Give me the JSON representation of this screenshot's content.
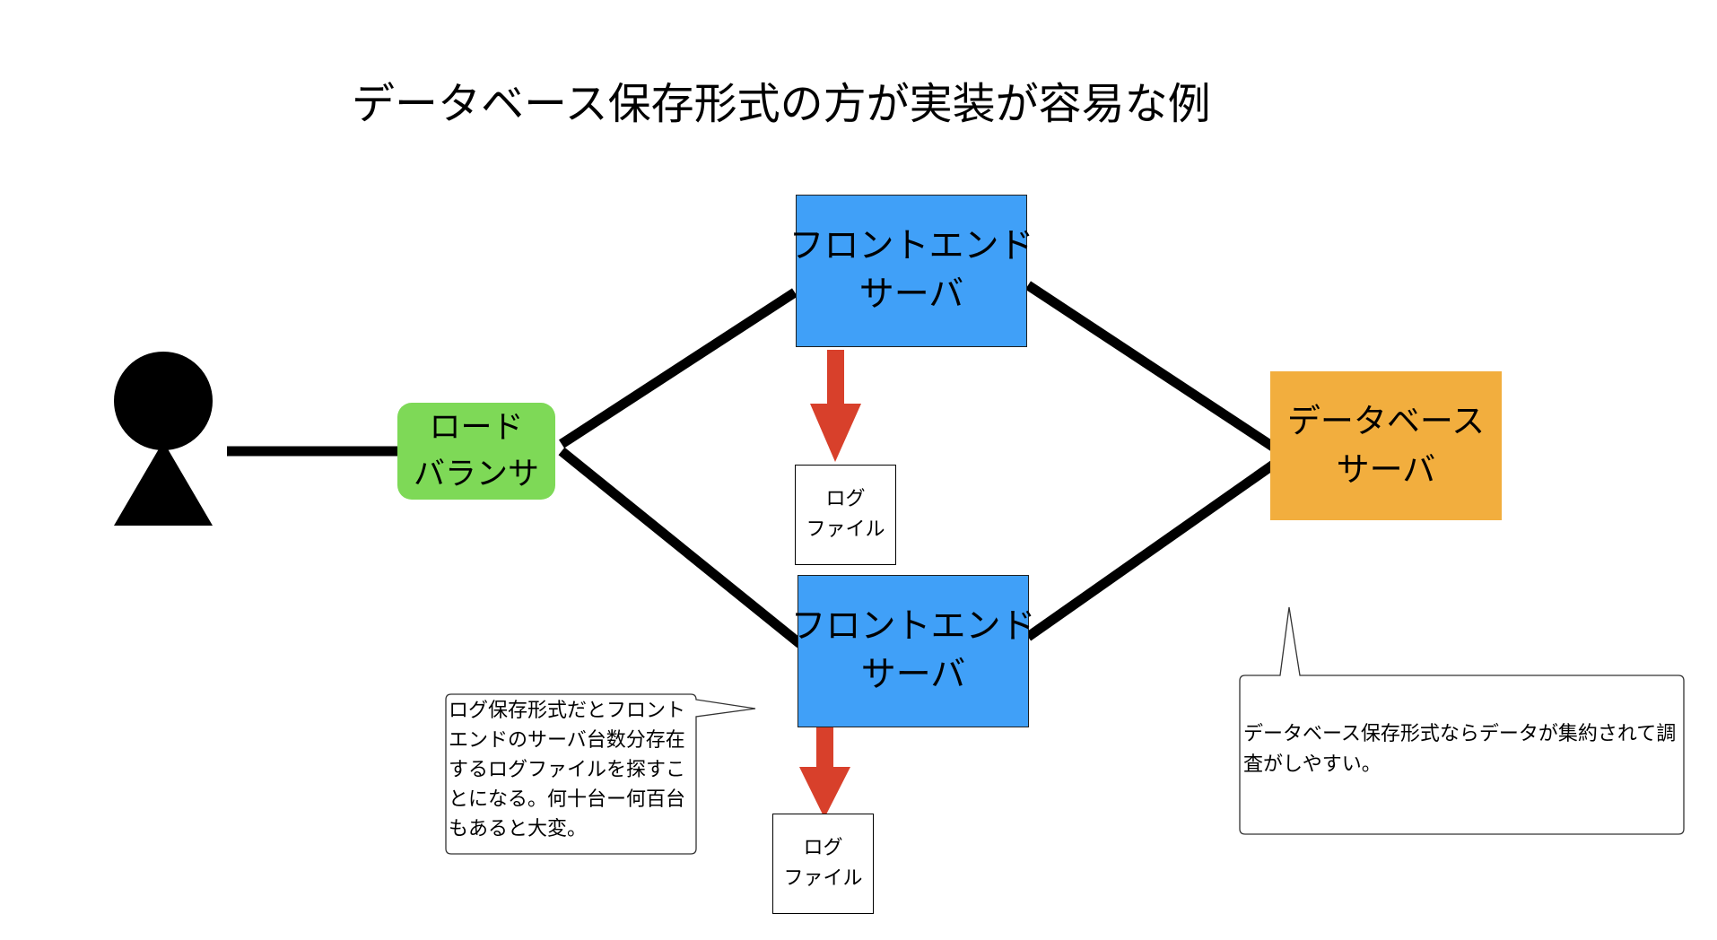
{
  "title": "データベース保存形式の方が実装が容易な例",
  "colors": {
    "load_balancer": "#7ed957",
    "frontend": "#40a0f8",
    "database": "#f2ae3e",
    "log_arrow": "#d8402b",
    "connector": "#000000"
  },
  "nodes": {
    "user": {
      "icon": "person-icon"
    },
    "load_balancer": {
      "line1": "ロード",
      "line2": "バランサ"
    },
    "frontend_top": {
      "line1": "フロントエンド",
      "line2": "サーバ"
    },
    "frontend_bottom": {
      "line1": "フロントエンド",
      "line2": "サーバ"
    },
    "database": {
      "line1": "データベース",
      "line2": "サーバ"
    },
    "log_top": {
      "line1": "ログ",
      "line2": "ファイル"
    },
    "log_bottom": {
      "line1": "ログ",
      "line2": "ファイル"
    }
  },
  "callouts": {
    "log_format": {
      "lines": [
        "ログ保存形式だとフロント",
        "エンドのサーバ台数分存在",
        "するログファイルを探すこ",
        "とになる。何十台ー何百台",
        "もあると大変。"
      ]
    },
    "db_format": {
      "lines": [
        "データベース保存形式ならデータが集約されて調",
        "査がしやすい。"
      ]
    }
  }
}
